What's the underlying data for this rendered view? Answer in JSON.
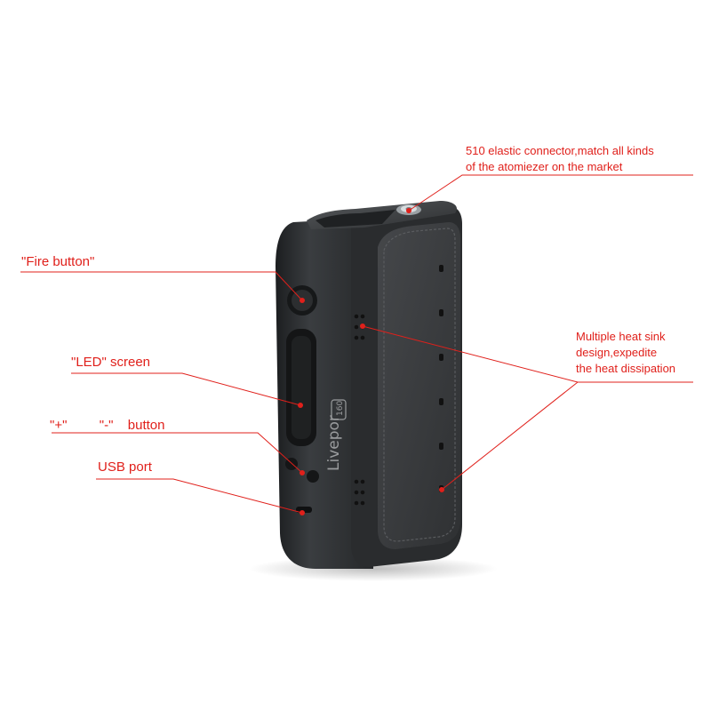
{
  "product": {
    "brand": "Livepor",
    "brand_badge": "160"
  },
  "callouts": {
    "connector": {
      "line1": "510 elastic connector,match all kinds",
      "line2": "of the atomiezer on the market"
    },
    "fire_button": "\"Fire button\"",
    "led_screen": "\"LED\" screen",
    "plus_minus": {
      "plus": "\"+\"",
      "minus": "\"-\"",
      "suffix": "button"
    },
    "usb_port": "USB port",
    "heat_sink": {
      "line1": "Multiple heat sink",
      "line2": "design,expedite",
      "line3": "the heat dissipation"
    }
  },
  "colors": {
    "callout_red": "#e0201b",
    "body_dark": "#2b2d2f",
    "leather": "#3a3c3e"
  }
}
